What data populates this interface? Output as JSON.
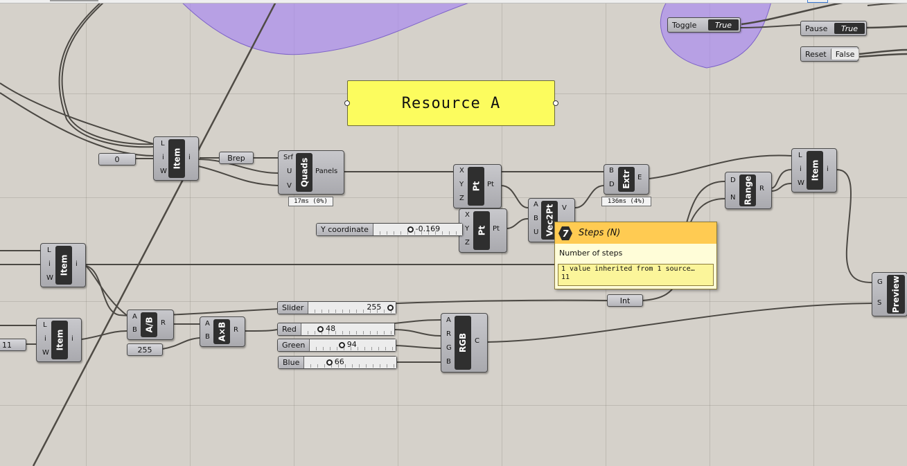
{
  "resource_panel": {
    "text": "Resource A"
  },
  "toggles": [
    {
      "name": "Toggle",
      "value": "True"
    },
    {
      "name": "Pause",
      "value": "True"
    },
    {
      "name": "Reset",
      "value": "False"
    }
  ],
  "components": {
    "item_top": {
      "label": "Item",
      "inputs": [
        "L",
        "i",
        "W"
      ],
      "output": "i"
    },
    "item_mid": {
      "label": "Item",
      "inputs": [
        "L",
        "i",
        "W"
      ],
      "output": "i"
    },
    "item_low": {
      "label": "Item",
      "inputs": [
        "L",
        "i",
        "W"
      ],
      "output": "i"
    },
    "item_right": {
      "label": "Item",
      "inputs": [
        "L",
        "i",
        "W"
      ],
      "output": "i"
    },
    "quads": {
      "label": "Quads",
      "inputs": [
        "Srf",
        "U",
        "V"
      ],
      "output": "Panels"
    },
    "pt_top": {
      "label": "Pt",
      "inputs": [
        "X",
        "Y",
        "Z"
      ],
      "output": "Pt"
    },
    "pt_mid": {
      "label": "Pt",
      "inputs": [
        "X",
        "Y",
        "Z"
      ],
      "output": "Pt"
    },
    "vec2pt": {
      "label": "Vec2Pt",
      "inputs": [
        "A",
        "B",
        "U"
      ],
      "output": "V"
    },
    "extr": {
      "label": "Extr",
      "inputs": [
        "B",
        "D"
      ],
      "output": "E"
    },
    "range": {
      "label": "Range",
      "inputs": [
        "D",
        "N"
      ],
      "output": "R"
    },
    "preview": {
      "label": "Preview",
      "inputs": [
        "G",
        "S"
      ]
    },
    "divide": {
      "label": "A/B",
      "inputs": [
        "A",
        "B"
      ],
      "output": "R"
    },
    "multiply": {
      "label": "A×B",
      "inputs": [
        "A",
        "B"
      ],
      "output": "R"
    },
    "rgb": {
      "label": "RGB",
      "inputs": [
        "A",
        "R",
        "G",
        "B"
      ],
      "output": "C"
    }
  },
  "params": {
    "zero": "0",
    "brep": "Brep",
    "int": "Int",
    "c255": "255",
    "eleven": "11"
  },
  "timings": {
    "quads": "17ms (0%)",
    "extr": "136ms (4%)"
  },
  "sliders": {
    "ycoord": {
      "name": "Y coordinate",
      "value": "-0.169",
      "position": 0.42
    },
    "slider": {
      "name": "Slider",
      "value": "255",
      "position": 1.0
    },
    "red": {
      "name": "Red",
      "value": "48",
      "position": 0.19
    },
    "green": {
      "name": "Green",
      "value": "94",
      "position": 0.37
    },
    "blue": {
      "name": "Blue",
      "value": "66",
      "position": 0.26
    }
  },
  "tooltip": {
    "badge": "7",
    "title": "Steps (N)",
    "description": "Number of steps",
    "line1": "1 value inherited from 1 source…",
    "line2": "11"
  },
  "colors": {
    "canvas": "#d5d1ca",
    "panel_yellow": "#fcfc5e",
    "component_core": "#2f2f2f",
    "tooltip_header": "#ffcb52",
    "preview_region": "#a98cf0"
  }
}
